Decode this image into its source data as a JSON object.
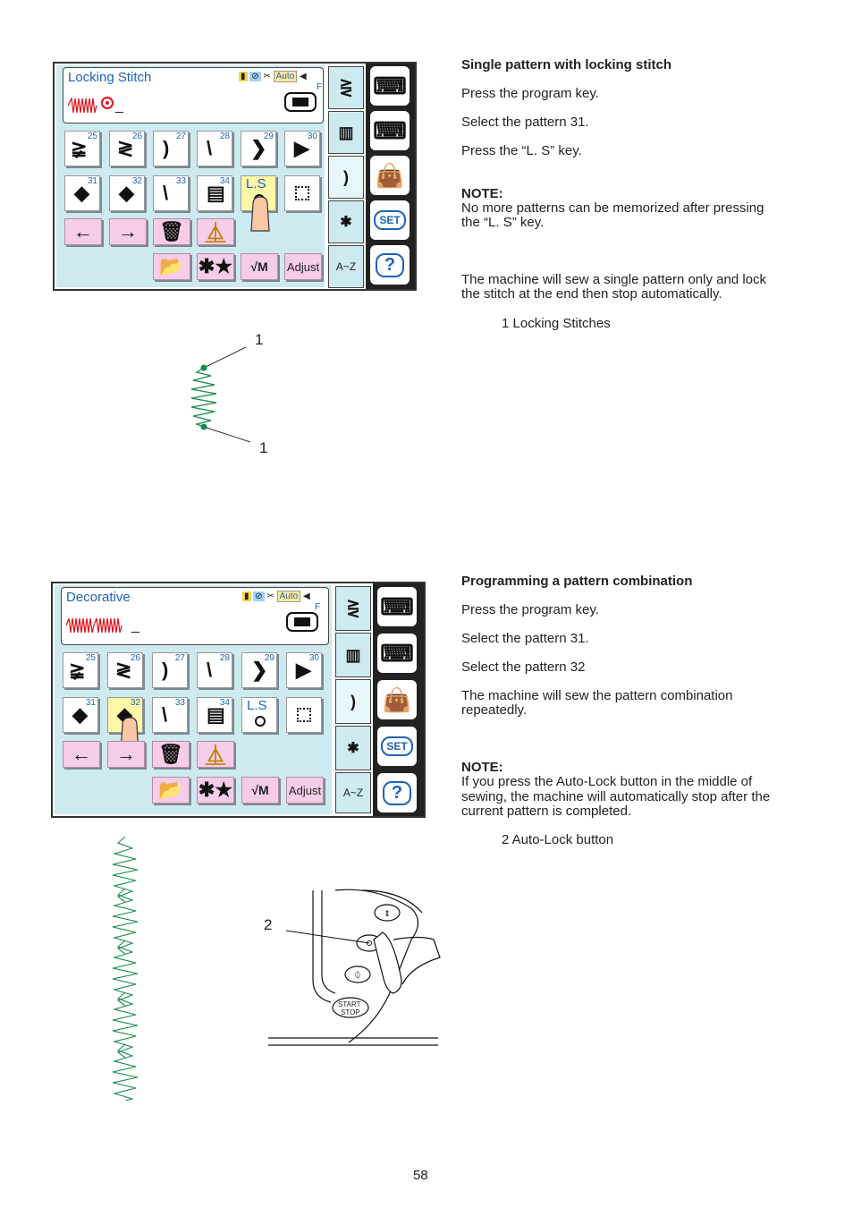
{
  "page_number": "58",
  "section1": {
    "heading": "Single pattern with locking stitch",
    "steps": [
      "Press the program key.",
      "Select the pattern 31.",
      "Press the “L. S” key."
    ],
    "note_label": "NOTE:",
    "note_line1": "No more patterns can be memorized after pressing",
    "note_line2": "the  “L. S” key.",
    "para_line1": "The machine will sew a single pattern only and lock",
    "para_line2": "the stitch at the end then stop automatically.",
    "callout": "1  Locking Stitches",
    "label_1": "1"
  },
  "section2": {
    "heading": "Programming a pattern combination",
    "steps": [
      "Press the program key.",
      "Select the pattern 31.",
      "Select the pattern 32"
    ],
    "para_line1": "The machine will sew the pattern combination",
    "para_line2": "repeatedly.",
    "note_label": "NOTE:",
    "note_line1": "If you press the Auto-Lock button in the middle of",
    "note_line2": "sewing, the machine will automatically stop after the",
    "note_line3": "current pattern is completed.",
    "callout": "2  Auto-Lock button",
    "label_2": "2"
  },
  "screen1": {
    "title": "Locking Stitch"
  },
  "screen2": {
    "title": "Decorative"
  },
  "screen_common": {
    "auto": "Auto",
    "foot": "F",
    "cursor": "_",
    "row1": [
      "25",
      "26",
      "27",
      "28",
      "29",
      "30"
    ],
    "row2": [
      "31",
      "32",
      "33",
      "34"
    ],
    "ls": "L.S",
    "adjust": "Adjust",
    "vm": "√M",
    "az": "A~Z",
    "set": "SET",
    "help": "?"
  },
  "machine": {
    "start": "START",
    "stop": "STOP"
  },
  "colors": {
    "panel": "#cdeaf0",
    "pink": "#f5cde8",
    "highlight": "#fff7a8",
    "stitch": "#1a8a4a",
    "title": "#1d63b8"
  }
}
